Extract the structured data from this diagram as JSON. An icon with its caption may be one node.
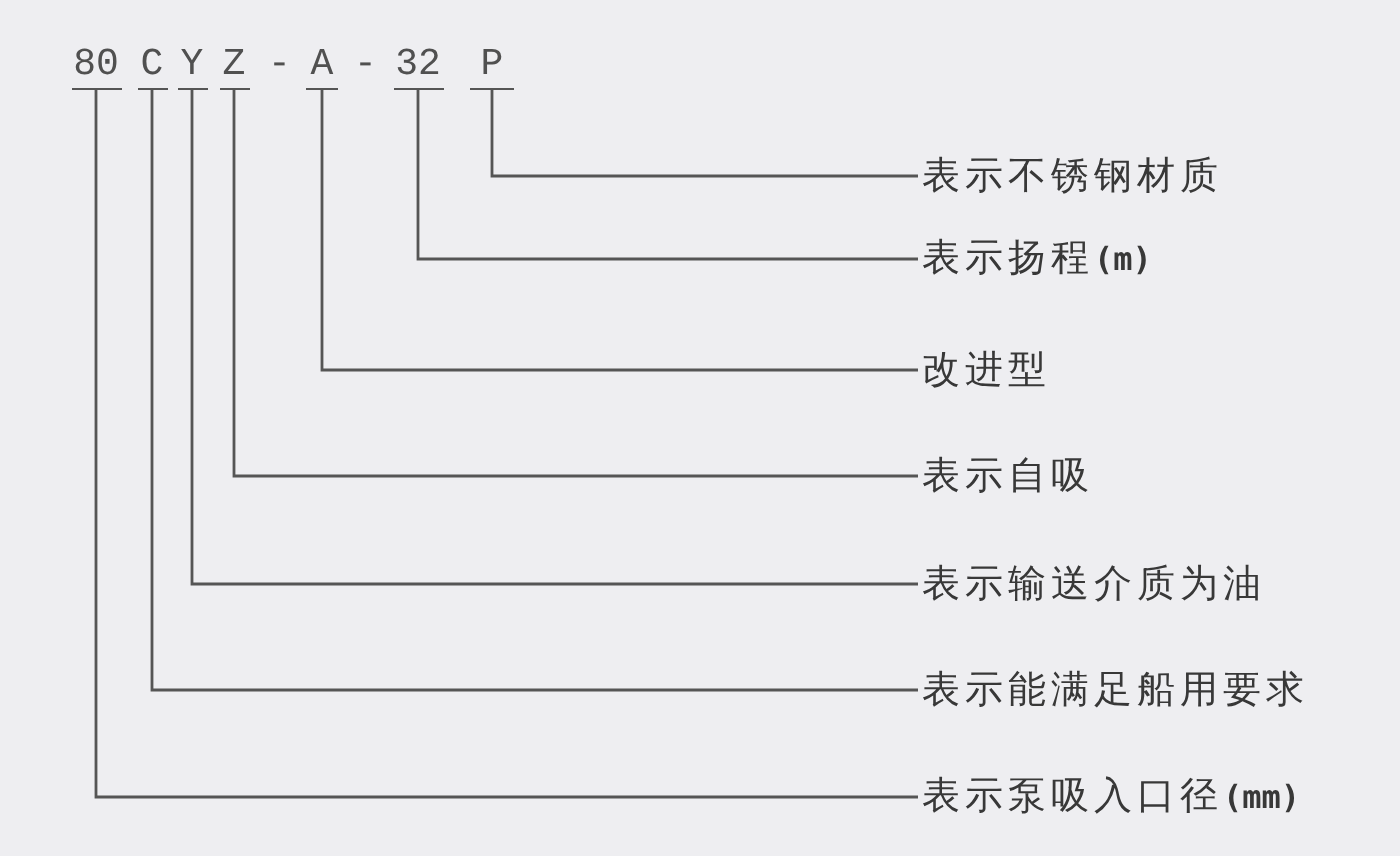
{
  "diagram": {
    "nodes": [
      {
        "text": [
          "80"
        ]
      },
      {
        "text": [
          "C"
        ]
      },
      {
        "text": [
          "Y"
        ]
      },
      {
        "text": [
          "Z"
        ]
      },
      {
        "text": [
          "A"
        ]
      },
      {
        "text": [
          "32"
        ]
      },
      {
        "text": [
          "P"
        ]
      },
      {
        "text": [
          "表示不锈钢材质"
        ]
      },
      {
        "text": [
          "表示扬程**(m)**"
        ]
      },
      {
        "text": [
          "改进型"
        ]
      },
      {
        "text": [
          "表示自吸"
        ]
      },
      {
        "text": [
          "表示输送介质为油"
        ]
      },
      {
        "text": [
          "表示能满足船用要求"
        ]
      },
      {
        "text": [
          "表示泵吸入口径**(mm)**"
        ]
      }
    ],
    "edges": [
      {
        "from": 6,
        "to": 7,
        "arrow": "none"
      },
      {
        "from": 5,
        "to": 8,
        "arrow": "none"
      },
      {
        "from": 4,
        "to": 9,
        "arrow": "none"
      },
      {
        "from": 3,
        "to": 10,
        "arrow": "none"
      },
      {
        "from": 2,
        "to": 11,
        "arrow": "none"
      },
      {
        "from": 1,
        "to": 12,
        "arrow": "none"
      },
      {
        "from": 0,
        "to": 13,
        "arrow": "none"
      }
    ],
    "labels": [
      "-",
      "-"
    ]
  }
}
